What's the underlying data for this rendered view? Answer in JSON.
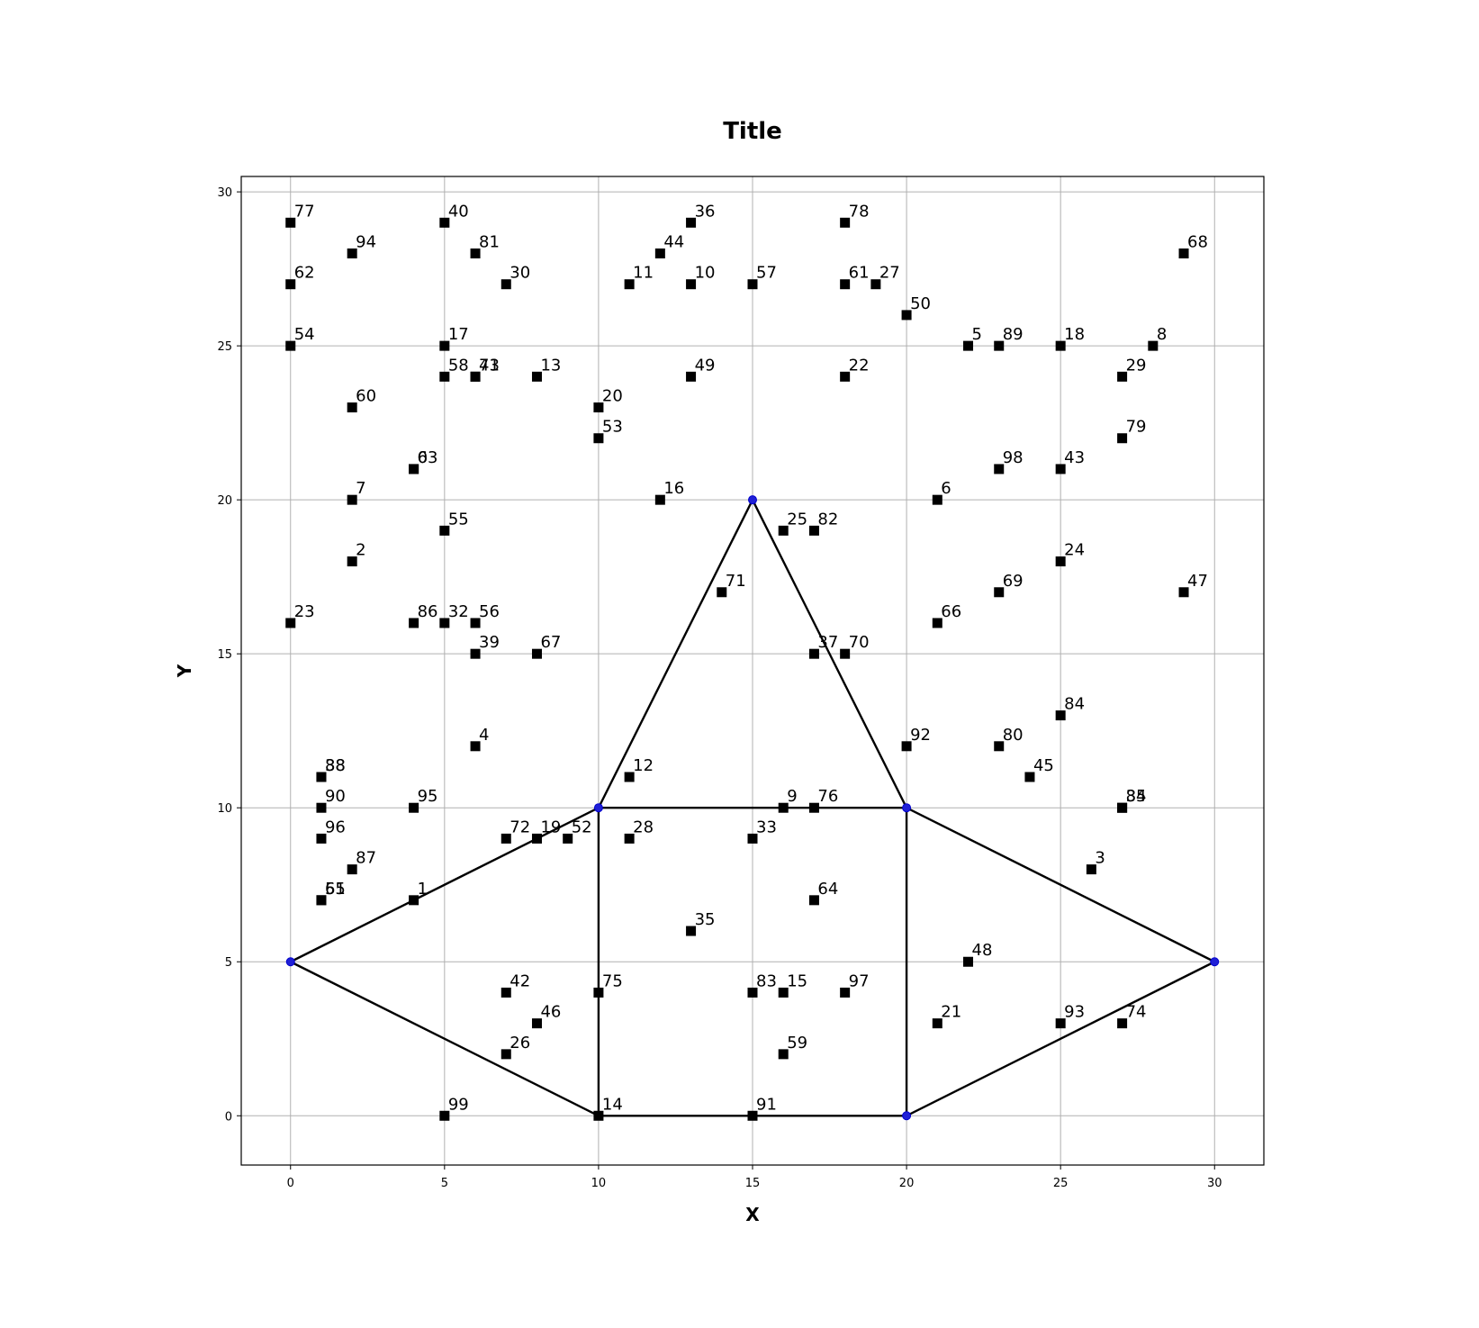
{
  "chart_data": {
    "type": "scatter",
    "title": "Title",
    "xlabel": "X",
    "ylabel": "Y",
    "xlim": [
      -1.6,
      31.6
    ],
    "ylim": [
      -1.6,
      30.5
    ],
    "xticks": [
      0,
      5,
      10,
      15,
      20,
      25,
      30
    ],
    "yticks": [
      0,
      5,
      10,
      15,
      20,
      25,
      30
    ],
    "grid": true,
    "colors": {
      "edge": "#000000",
      "node": "#1f1fd6",
      "marker": "#000000",
      "grid": "#b0b0b0"
    },
    "polygon_nodes": [
      [
        0,
        5
      ],
      [
        10,
        0
      ],
      [
        20,
        0
      ],
      [
        30,
        5
      ],
      [
        20,
        10
      ],
      [
        15,
        20
      ],
      [
        10,
        10
      ]
    ],
    "edges": [
      [
        [
          0,
          5
        ],
        [
          10,
          10
        ]
      ],
      [
        [
          0,
          5
        ],
        [
          10,
          0
        ]
      ],
      [
        [
          10,
          0
        ],
        [
          20,
          0
        ]
      ],
      [
        [
          10,
          0
        ],
        [
          10,
          10
        ]
      ],
      [
        [
          10,
          10
        ],
        [
          20,
          10
        ]
      ],
      [
        [
          10,
          10
        ],
        [
          15,
          20
        ]
      ],
      [
        [
          15,
          20
        ],
        [
          20,
          10
        ]
      ],
      [
        [
          20,
          10
        ],
        [
          20,
          0
        ]
      ],
      [
        [
          20,
          10
        ],
        [
          30,
          5
        ]
      ],
      [
        [
          20,
          0
        ],
        [
          30,
          5
        ]
      ]
    ],
    "points": [
      {
        "label": "77",
        "x": 0,
        "y": 29
      },
      {
        "label": "40",
        "x": 5,
        "y": 29
      },
      {
        "label": "36",
        "x": 13,
        "y": 29
      },
      {
        "label": "78",
        "x": 18,
        "y": 29
      },
      {
        "label": "94",
        "x": 2,
        "y": 28
      },
      {
        "label": "81",
        "x": 6,
        "y": 28
      },
      {
        "label": "44",
        "x": 12,
        "y": 28
      },
      {
        "label": "68",
        "x": 29,
        "y": 28
      },
      {
        "label": "62",
        "x": 0,
        "y": 27
      },
      {
        "label": "30",
        "x": 7,
        "y": 27
      },
      {
        "label": "11",
        "x": 11,
        "y": 27
      },
      {
        "label": "10",
        "x": 13,
        "y": 27
      },
      {
        "label": "57",
        "x": 15,
        "y": 27
      },
      {
        "label": "61",
        "x": 18,
        "y": 27
      },
      {
        "label": "27",
        "x": 19,
        "y": 27
      },
      {
        "label": "50",
        "x": 20,
        "y": 26
      },
      {
        "label": "54",
        "x": 0,
        "y": 25
      },
      {
        "label": "17",
        "x": 5,
        "y": 25
      },
      {
        "label": "5",
        "x": 22,
        "y": 25
      },
      {
        "label": "89",
        "x": 23,
        "y": 25
      },
      {
        "label": "18",
        "x": 25,
        "y": 25
      },
      {
        "label": "8",
        "x": 28,
        "y": 25
      },
      {
        "label": "58",
        "x": 5,
        "y": 24
      },
      {
        "label": "41",
        "x": 6,
        "y": 24
      },
      {
        "label": "73",
        "x": 6,
        "y": 24
      },
      {
        "label": "13",
        "x": 8,
        "y": 24
      },
      {
        "label": "49",
        "x": 13,
        "y": 24
      },
      {
        "label": "22",
        "x": 18,
        "y": 24
      },
      {
        "label": "29",
        "x": 27,
        "y": 24
      },
      {
        "label": "60",
        "x": 2,
        "y": 23
      },
      {
        "label": "20",
        "x": 10,
        "y": 23
      },
      {
        "label": "53",
        "x": 10,
        "y": 22
      },
      {
        "label": "79",
        "x": 27,
        "y": 22
      },
      {
        "label": "0",
        "x": 4,
        "y": 21
      },
      {
        "label": "63",
        "x": 4,
        "y": 21
      },
      {
        "label": "98",
        "x": 23,
        "y": 21
      },
      {
        "label": "43",
        "x": 25,
        "y": 21
      },
      {
        "label": "7",
        "x": 2,
        "y": 20
      },
      {
        "label": "16",
        "x": 12,
        "y": 20
      },
      {
        "label": "6",
        "x": 21,
        "y": 20
      },
      {
        "label": "55",
        "x": 5,
        "y": 19
      },
      {
        "label": "25",
        "x": 16,
        "y": 19
      },
      {
        "label": "82",
        "x": 17,
        "y": 19
      },
      {
        "label": "2",
        "x": 2,
        "y": 18
      },
      {
        "label": "24",
        "x": 25,
        "y": 18
      },
      {
        "label": "71",
        "x": 14,
        "y": 17
      },
      {
        "label": "69",
        "x": 23,
        "y": 17
      },
      {
        "label": "47",
        "x": 29,
        "y": 17
      },
      {
        "label": "23",
        "x": 0,
        "y": 16
      },
      {
        "label": "86",
        "x": 4,
        "y": 16
      },
      {
        "label": "32",
        "x": 5,
        "y": 16
      },
      {
        "label": "56",
        "x": 6,
        "y": 16
      },
      {
        "label": "66",
        "x": 21,
        "y": 16
      },
      {
        "label": "39",
        "x": 6,
        "y": 15
      },
      {
        "label": "67",
        "x": 8,
        "y": 15
      },
      {
        "label": "37",
        "x": 17,
        "y": 15
      },
      {
        "label": "70",
        "x": 18,
        "y": 15
      },
      {
        "label": "84",
        "x": 25,
        "y": 13
      },
      {
        "label": "4",
        "x": 6,
        "y": 12
      },
      {
        "label": "92",
        "x": 20,
        "y": 12
      },
      {
        "label": "80",
        "x": 23,
        "y": 12
      },
      {
        "label": "38",
        "x": 1,
        "y": 11
      },
      {
        "label": "88",
        "x": 1,
        "y": 11
      },
      {
        "label": "12",
        "x": 11,
        "y": 11
      },
      {
        "label": "45",
        "x": 24,
        "y": 11
      },
      {
        "label": "90",
        "x": 1,
        "y": 10
      },
      {
        "label": "95",
        "x": 4,
        "y": 10
      },
      {
        "label": "9",
        "x": 16,
        "y": 10
      },
      {
        "label": "76",
        "x": 17,
        "y": 10
      },
      {
        "label": "34",
        "x": 27,
        "y": 10
      },
      {
        "label": "85",
        "x": 27,
        "y": 10
      },
      {
        "label": "96",
        "x": 1,
        "y": 9
      },
      {
        "label": "72",
        "x": 7,
        "y": 9
      },
      {
        "label": "19",
        "x": 8,
        "y": 9
      },
      {
        "label": "52",
        "x": 9,
        "y": 9
      },
      {
        "label": "28",
        "x": 11,
        "y": 9
      },
      {
        "label": "33",
        "x": 15,
        "y": 9
      },
      {
        "label": "87",
        "x": 2,
        "y": 8
      },
      {
        "label": "3",
        "x": 26,
        "y": 8
      },
      {
        "label": "51",
        "x": 1,
        "y": 7
      },
      {
        "label": "65",
        "x": 1,
        "y": 7
      },
      {
        "label": "1",
        "x": 4,
        "y": 7
      },
      {
        "label": "64",
        "x": 17,
        "y": 7
      },
      {
        "label": "35",
        "x": 13,
        "y": 6
      },
      {
        "label": "48",
        "x": 22,
        "y": 5
      },
      {
        "label": "42",
        "x": 7,
        "y": 4
      },
      {
        "label": "75",
        "x": 10,
        "y": 4
      },
      {
        "label": "83",
        "x": 15,
        "y": 4
      },
      {
        "label": "15",
        "x": 16,
        "y": 4
      },
      {
        "label": "97",
        "x": 18,
        "y": 4
      },
      {
        "label": "46",
        "x": 8,
        "y": 3
      },
      {
        "label": "21",
        "x": 21,
        "y": 3
      },
      {
        "label": "93",
        "x": 25,
        "y": 3
      },
      {
        "label": "74",
        "x": 27,
        "y": 3
      },
      {
        "label": "26",
        "x": 7,
        "y": 2
      },
      {
        "label": "59",
        "x": 16,
        "y": 2
      },
      {
        "label": "99",
        "x": 5,
        "y": 0
      },
      {
        "label": "14",
        "x": 10,
        "y": 0
      },
      {
        "label": "91",
        "x": 15,
        "y": 0
      }
    ]
  }
}
